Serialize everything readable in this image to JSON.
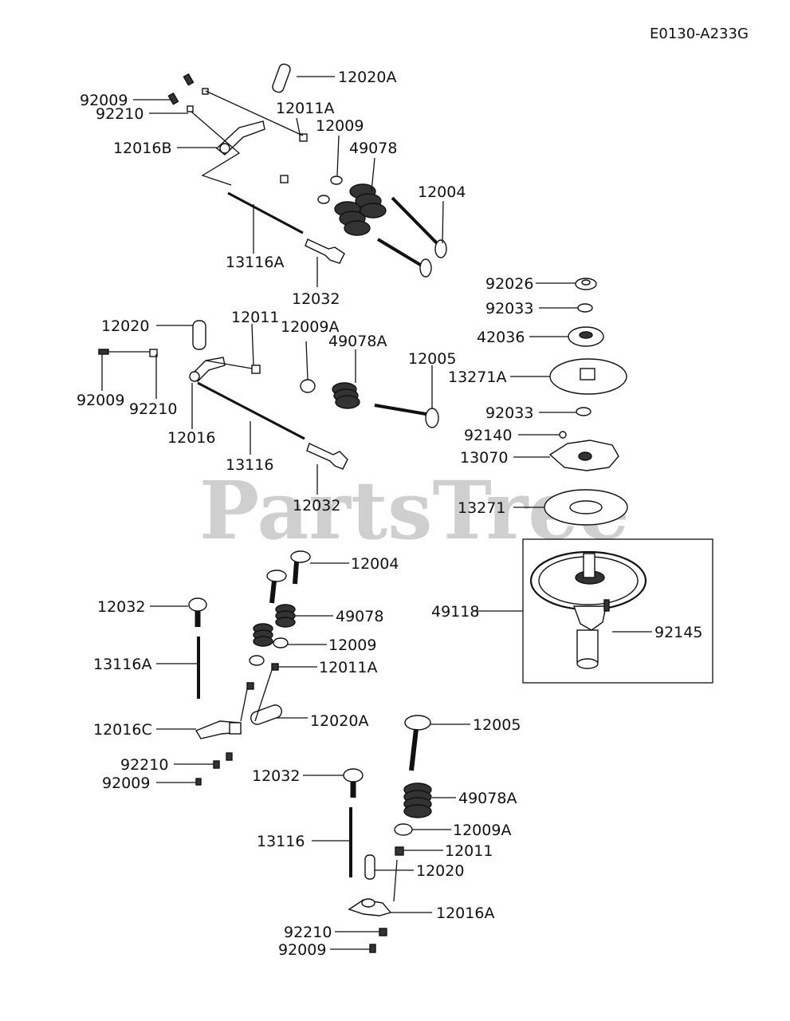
{
  "diagram_code": "E0130-A233G",
  "watermark": "PartsTree",
  "parts": [
    {
      "label": "12020A"
    },
    {
      "label": "92009"
    },
    {
      "label": "92210"
    },
    {
      "label": "12011A"
    },
    {
      "label": "12016B"
    },
    {
      "label": "12009"
    },
    {
      "label": "49078"
    },
    {
      "label": "12004"
    },
    {
      "label": "13116A"
    },
    {
      "label": "12032"
    },
    {
      "label": "12020"
    },
    {
      "label": "12011"
    },
    {
      "label": "12009A"
    },
    {
      "label": "49078A"
    },
    {
      "label": "12005"
    },
    {
      "label": "92009"
    },
    {
      "label": "92210"
    },
    {
      "label": "12016"
    },
    {
      "label": "13116"
    },
    {
      "label": "12032"
    },
    {
      "label": "92026"
    },
    {
      "label": "92033"
    },
    {
      "label": "42036"
    },
    {
      "label": "13271A"
    },
    {
      "label": "92033"
    },
    {
      "label": "92140"
    },
    {
      "label": "13070"
    },
    {
      "label": "13271"
    },
    {
      "label": "49118"
    },
    {
      "label": "92145"
    },
    {
      "label": "12004"
    },
    {
      "label": "12032"
    },
    {
      "label": "49078"
    },
    {
      "label": "12009"
    },
    {
      "label": "13116A"
    },
    {
      "label": "12011A"
    },
    {
      "label": "12020A"
    },
    {
      "label": "12016C"
    },
    {
      "label": "92210"
    },
    {
      "label": "92009"
    },
    {
      "label": "12005"
    },
    {
      "label": "12032"
    },
    {
      "label": "49078A"
    },
    {
      "label": "13116"
    },
    {
      "label": "12009A"
    },
    {
      "label": "12011"
    },
    {
      "label": "12020"
    },
    {
      "label": "12016A"
    },
    {
      "label": "92210"
    },
    {
      "label": "92009"
    }
  ]
}
